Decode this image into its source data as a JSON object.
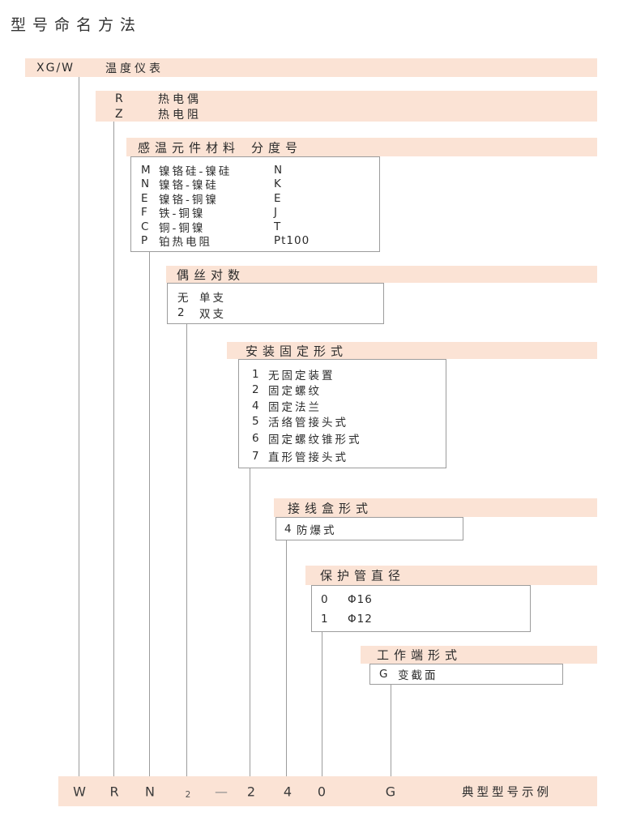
{
  "title": "型号命名方法",
  "colors": {
    "accent": "#fbe3d5",
    "line": "#9c9c9c",
    "text": "#2b2b2b"
  },
  "sections": {
    "root": {
      "code": "XG/W",
      "label": "温度仪表"
    },
    "sensor_type": {
      "rows": [
        {
          "code": "R",
          "label": "热电偶"
        },
        {
          "code": "Z",
          "label": "热电阻"
        }
      ]
    },
    "element_material": {
      "title": "感温元件材料",
      "col2_title": "分度号",
      "rows": [
        {
          "code": "M",
          "label": "镍铬硅-镍硅",
          "grad": "N"
        },
        {
          "code": "N",
          "label": "镍铬-镍硅",
          "grad": "K"
        },
        {
          "code": "E",
          "label": "镍铬-铜镍",
          "grad": "E"
        },
        {
          "code": "F",
          "label": "铁-铜镍",
          "grad": "J"
        },
        {
          "code": "C",
          "label": "铜-铜镍",
          "grad": "T"
        },
        {
          "code": "P",
          "label": "铂热电阻",
          "grad": "Pt100"
        }
      ]
    },
    "wire_pairs": {
      "title": "偶丝对数",
      "rows": [
        {
          "code": "无",
          "label": "单支"
        },
        {
          "code": "2",
          "label": "双支"
        }
      ]
    },
    "mounting": {
      "title": "安装固定形式",
      "rows": [
        {
          "code": "1",
          "label": "无固定装置"
        },
        {
          "code": "2",
          "label": "固定螺纹"
        },
        {
          "code": "4",
          "label": "固定法兰"
        },
        {
          "code": "5",
          "label": "活络管接头式"
        },
        {
          "code": "6",
          "label": "固定螺纹锥形式"
        },
        {
          "code": "7",
          "label": "直形管接头式"
        }
      ]
    },
    "junction_box": {
      "title": "接线盒形式",
      "rows": [
        {
          "code": "4",
          "label": "防爆式"
        }
      ]
    },
    "tube_diameter": {
      "title": "保护管直径",
      "rows": [
        {
          "code": "0",
          "label": "Φ16"
        },
        {
          "code": "1",
          "label": "Φ12"
        }
      ]
    },
    "working_end": {
      "title": "工作端形式",
      "rows": [
        {
          "code": "G",
          "label": "变截面"
        }
      ]
    }
  },
  "example": {
    "segments": [
      "W",
      "R",
      "N",
      "2",
      "—",
      "2",
      "4",
      "0",
      "G"
    ],
    "caption": "典型型号示例"
  }
}
